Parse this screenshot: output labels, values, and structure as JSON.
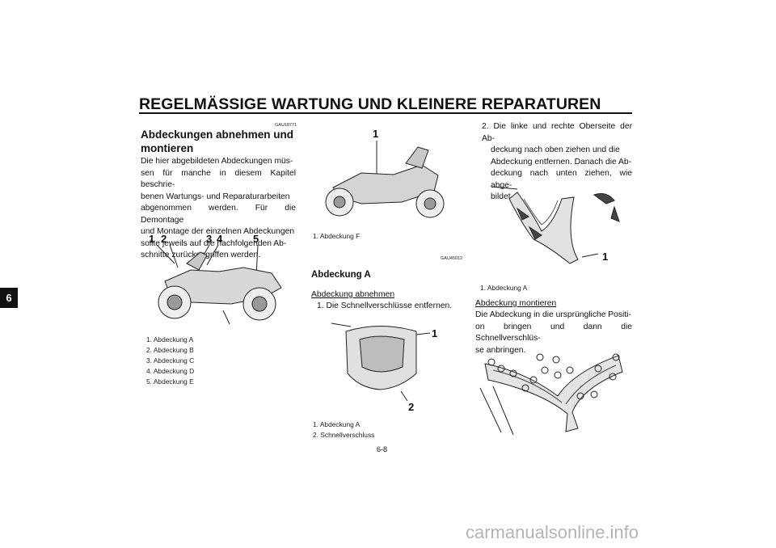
{
  "header": {
    "title": "REGELMÄSSIGE WARTUNG UND KLEINERE REPARATUREN"
  },
  "chapter_tab": "6",
  "section": {
    "code": "GAU18771",
    "title_line1": "Abdeckungen abnehmen und",
    "title_line2": "montieren",
    "body": [
      "Die hier abgebildeten Abdeckungen müs-",
      "sen für manche in diesem Kapitel beschrie-",
      "benen Wartungs- und Reparaturarbeiten",
      "abgenommen werden. Für die Demontage",
      "und Montage der einzelnen Abdeckungen",
      "sollte jeweils auf die nachfolgenden Ab-",
      "schnitte zurückgegriffen werden."
    ]
  },
  "figure1": {
    "numbers": [
      "1",
      "2",
      "3",
      "4",
      "5"
    ],
    "captions": [
      "1. Abdeckung A",
      "2. Abdeckung B",
      "3. Abdeckung C",
      "4. Abdeckung D",
      "5. Abdeckung E"
    ]
  },
  "figure2": {
    "number": "1",
    "caption": "1. Abdeckung F"
  },
  "cover_a": {
    "code": "GAU45012",
    "title": "Abdeckung A",
    "remove_heading": "Abdeckung abnehmen",
    "step1": "1. Die Schnellverschlüsse entfernen.",
    "fig_numbers": [
      "1",
      "2"
    ],
    "captions": [
      "1. Abdeckung A",
      "2. Schnellverschluss"
    ]
  },
  "step2": {
    "lines": [
      "2. Die linke und rechte Oberseite der Ab-",
      "deckung nach oben ziehen und die",
      "Abdeckung entfernen. Danach die Ab-",
      "deckung nach unten ziehen, wie abge-",
      "bildet."
    ],
    "fig_number": "1",
    "caption": "1. Abdeckung A"
  },
  "install": {
    "heading": "Abdeckung montieren",
    "body": [
      "Die Abdeckung in die ursprüngliche Positi-",
      "on bringen und dann die Schnellverschlüs-",
      "se anbringen."
    ]
  },
  "page_number": "6-8",
  "watermark": "carmanualsonline.info"
}
